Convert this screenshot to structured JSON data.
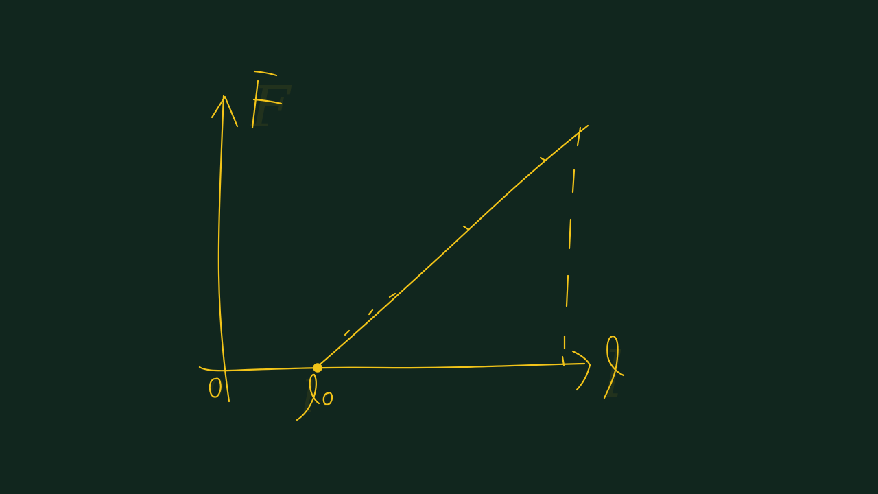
{
  "colors": {
    "background": "#11261e",
    "ink": "#f2c419"
  },
  "labels": {
    "y_axis": "F",
    "x_axis": "l",
    "origin": "0",
    "l0_base": "l",
    "l0_subscript": "0"
  },
  "icons": {
    "y_arrowhead": "arrow-up-icon",
    "x_arrowhead": "arrow-right-icon"
  }
}
